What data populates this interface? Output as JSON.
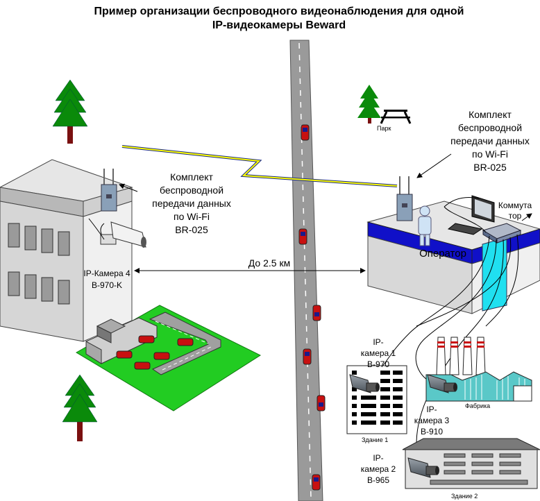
{
  "title": {
    "line1": "Пример организации беспроводного видеонаблюдения для одной",
    "line2": "IP-видеокамеры Beward"
  },
  "wifi_left": {
    "line1": "Комплект",
    "line2": "беспроводной",
    "line3": "передачи данных",
    "line4": "по Wi-Fi",
    "line5": "BR-025"
  },
  "wifi_right": {
    "line1": "Комплект",
    "line2": "беспроводной",
    "line3": "передачи данных",
    "line4": "по Wi-Fi",
    "line5": "BR-025"
  },
  "camera4": {
    "line1": "IP-Камера 4",
    "line2": "B-970-K"
  },
  "distance": "До 2.5 км",
  "park": "Парк",
  "operator": "Оператор",
  "switch": {
    "line1": "Коммута",
    "line2": "тор"
  },
  "camera1": {
    "line1": "IP-",
    "line2": "камера 1",
    "line3": "B-970"
  },
  "camera3": {
    "line1": "IP-",
    "line2": "камера 3",
    "line3": "B-910"
  },
  "camera2": {
    "line1": "IP-",
    "line2": "камера 2",
    "line3": "B-965"
  },
  "building1": "Здание 1",
  "building2": "Здание 2",
  "factory": "Фабрика",
  "colors": {
    "tree": "#0a8a0a",
    "trunk": "#7a1010",
    "lawn": "#22cc22",
    "road": "#9a9a9a",
    "blue_band": "#1010c8",
    "cyan_band": "#20e0f0",
    "building": "#d8d8d8",
    "lightning": "#ffff00"
  }
}
